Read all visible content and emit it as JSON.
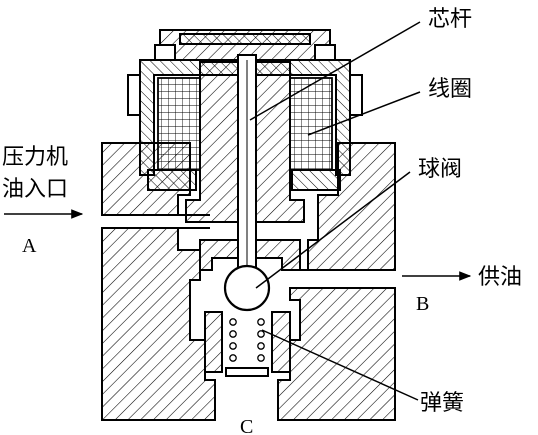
{
  "labels": {
    "core_rod": "芯杆",
    "coil": "线圈",
    "ball_valve": "球阀",
    "inlet_line1": "压力机",
    "inlet_line2": "油入口",
    "port_a": "A",
    "outlet": "供油",
    "port_b": "B",
    "spring": "弹簧",
    "port_c": "C"
  },
  "colors": {
    "ink": "#000000",
    "paper": "#ffffff"
  }
}
